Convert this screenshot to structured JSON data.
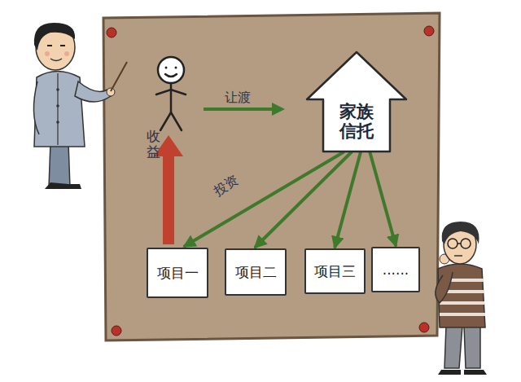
{
  "diagram": {
    "nodes": [
      {
        "text": [
          "家族 信托"
        ]
      },
      {
        "text": [
          "项目一"
        ]
      },
      {
        "text": [
          "项目二"
        ]
      },
      {
        "text": [
          "项目三"
        ]
      },
      {
        "text": [
          "......"
        ]
      }
    ],
    "edges": [
      {
        "from": 0,
        "to": 1,
        "arrow": "to",
        "label": "投资"
      },
      {
        "from": 0,
        "to": 2,
        "arrow": "to"
      },
      {
        "from": 0,
        "to": 3,
        "arrow": "to"
      },
      {
        "from": 0,
        "to": 4,
        "arrow": "to"
      }
    ],
    "labels": [
      "让渡",
      "收益"
    ]
  }
}
